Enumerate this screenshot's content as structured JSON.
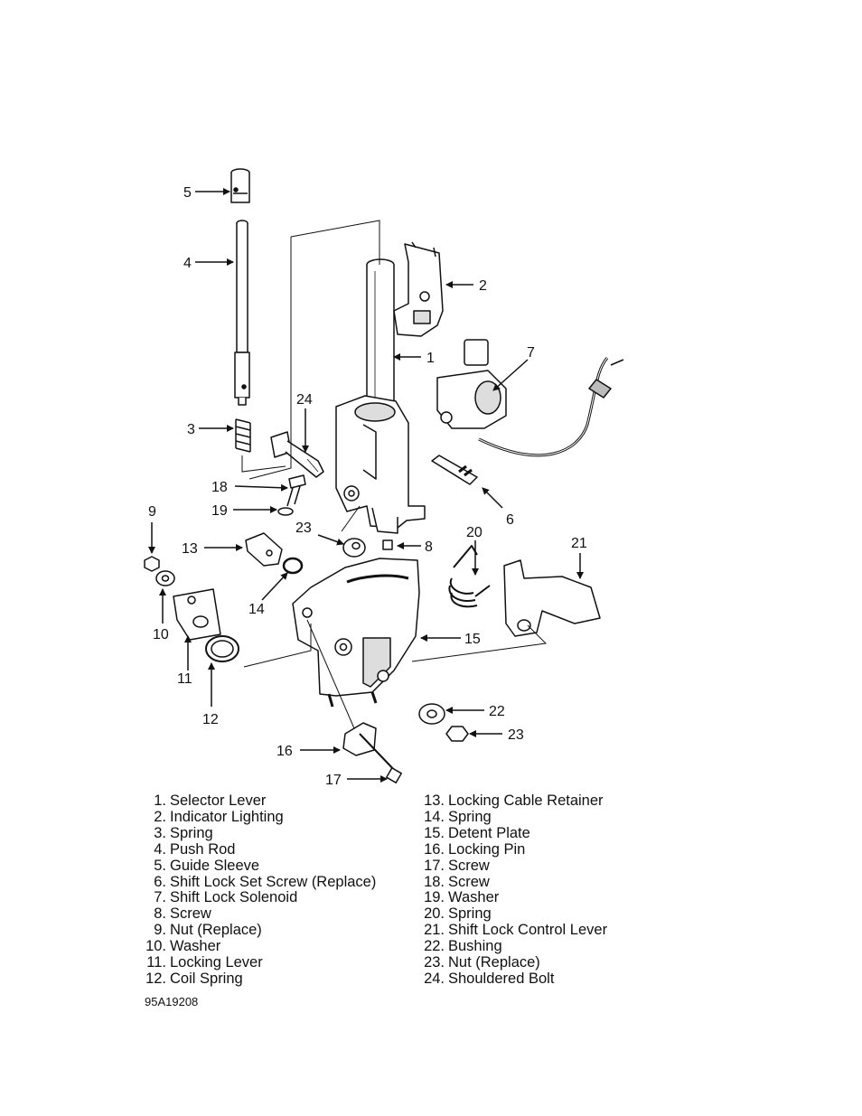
{
  "callouts": [
    {
      "n": "1"
    },
    {
      "n": "2"
    },
    {
      "n": "3"
    },
    {
      "n": "4"
    },
    {
      "n": "5"
    },
    {
      "n": "6"
    },
    {
      "n": "7"
    },
    {
      "n": "8"
    },
    {
      "n": "9"
    },
    {
      "n": "10"
    },
    {
      "n": "11"
    },
    {
      "n": "12"
    },
    {
      "n": "13"
    },
    {
      "n": "14"
    },
    {
      "n": "15"
    },
    {
      "n": "16"
    },
    {
      "n": "17"
    },
    {
      "n": "18"
    },
    {
      "n": "19"
    },
    {
      "n": "20"
    },
    {
      "n": "21"
    },
    {
      "n": "22"
    },
    {
      "n": "23"
    },
    {
      "n": "23"
    },
    {
      "n": "24"
    }
  ],
  "parts_left": [
    {
      "num": "1.",
      "name": "Selector Lever"
    },
    {
      "num": "2.",
      "name": "Indicator Lighting"
    },
    {
      "num": "3.",
      "name": "Spring"
    },
    {
      "num": "4.",
      "name": "Push Rod"
    },
    {
      "num": "5.",
      "name": "Guide Sleeve"
    },
    {
      "num": "6.",
      "name": "Shift Lock Set Screw (Replace)"
    },
    {
      "num": "7.",
      "name": "Shift Lock Solenoid"
    },
    {
      "num": "8.",
      "name": "Screw"
    },
    {
      "num": "9.",
      "name": "Nut (Replace)"
    },
    {
      "num": "10.",
      "name": "Washer"
    },
    {
      "num": "11.",
      "name": "Locking Lever"
    },
    {
      "num": "12.",
      "name": "Coil Spring"
    }
  ],
  "parts_right": [
    {
      "num": "13.",
      "name": "Locking Cable Retainer"
    },
    {
      "num": "14.",
      "name": "Spring"
    },
    {
      "num": "15.",
      "name": "Detent Plate"
    },
    {
      "num": "16.",
      "name": "Locking Pin"
    },
    {
      "num": "17.",
      "name": "Screw"
    },
    {
      "num": "18.",
      "name": "Screw"
    },
    {
      "num": "19.",
      "name": "Washer"
    },
    {
      "num": "20.",
      "name": "Spring"
    },
    {
      "num": "21.",
      "name": "Shift Lock Control Lever"
    },
    {
      "num": "22.",
      "name": "Bushing"
    },
    {
      "num": "23.",
      "name": "Nut (Replace)"
    },
    {
      "num": "24.",
      "name": "Shouldered Bolt"
    }
  ],
  "figure_code": "95A19208",
  "colors": {
    "ink": "#111111",
    "background": "#ffffff",
    "shade": "#9a9a9a"
  }
}
